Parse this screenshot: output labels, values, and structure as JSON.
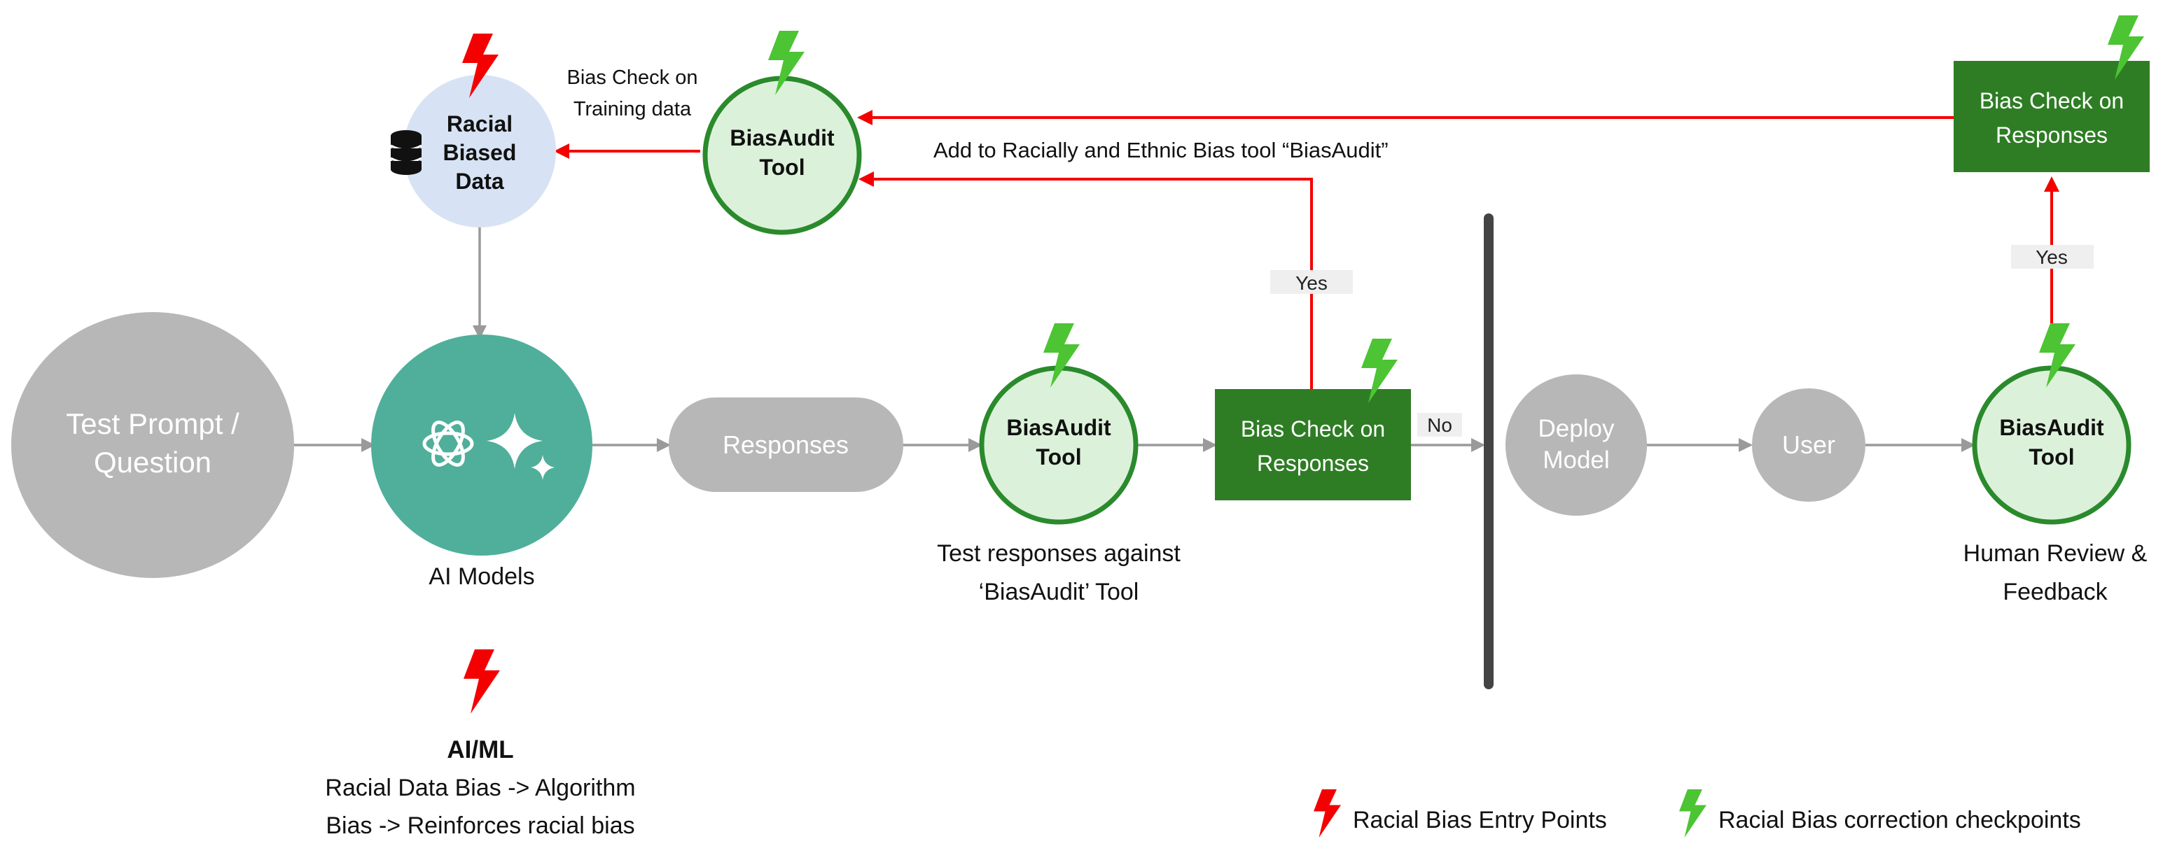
{
  "nodes": {
    "racial_data": {
      "line1": "Racial",
      "line2": "Biased",
      "line3": "Data",
      "icon": "database-icon"
    },
    "bias_check_training": {
      "line1": "Bias Check on",
      "line2": "Training data"
    },
    "biasaudit_top": {
      "line1": "BiasAudit",
      "line2": "Tool"
    },
    "add_to_tool": {
      "text": "Add to Racially and Ethnic Bias tool “BiasAudit”"
    },
    "bias_check_responses_top": {
      "line1": "Bias Check on",
      "line2": "Responses"
    },
    "test_prompt": {
      "line1": "Test Prompt /",
      "line2": "Question"
    },
    "ai_models": {
      "label": "AI Models",
      "icons": [
        "openai-logo-icon",
        "sparkle-icon"
      ]
    },
    "responses": {
      "label": "Responses"
    },
    "biasaudit_mid": {
      "line1": "BiasAudit",
      "line2": "Tool",
      "caption1": "Test responses against",
      "caption2": "‘BiasAudit’ Tool"
    },
    "bias_check_responses_mid": {
      "line1": "Bias Check on",
      "line2": "Responses"
    },
    "deploy_model": {
      "line1": "Deploy",
      "line2": "Model"
    },
    "user": {
      "label": "User"
    },
    "biasaudit_right": {
      "line1": "BiasAudit",
      "line2": "Tool",
      "caption1": "Human Review &",
      "caption2": "Feedback"
    }
  },
  "edge_labels": {
    "yes_mid": "Yes",
    "no_mid": "No",
    "yes_right": "Yes"
  },
  "aiml_note": {
    "title": "AI/ML",
    "line1": "Racial Data Bias -> Algorithm",
    "line2": "Bias -> Reinforces racial bias"
  },
  "legend": {
    "entry_points": {
      "label": "Racial Bias Entry Points",
      "icon": "red-lightning-icon"
    },
    "checkpoints": {
      "label": "Racial Bias correction checkpoints",
      "icon": "green-lightning-icon"
    }
  },
  "colors": {
    "red": "#f40000",
    "bolt_green": "#4cc433",
    "tool_fill": "#dcf1da",
    "tool_stroke": "#2a8a2c",
    "box_green": "#2e7d24",
    "grey_node": "#b7b7b7",
    "ai_teal": "#4faf9a",
    "data_blue": "#d7e3f4",
    "arrow_grey": "#9a9a9a",
    "divider": "#444444"
  }
}
